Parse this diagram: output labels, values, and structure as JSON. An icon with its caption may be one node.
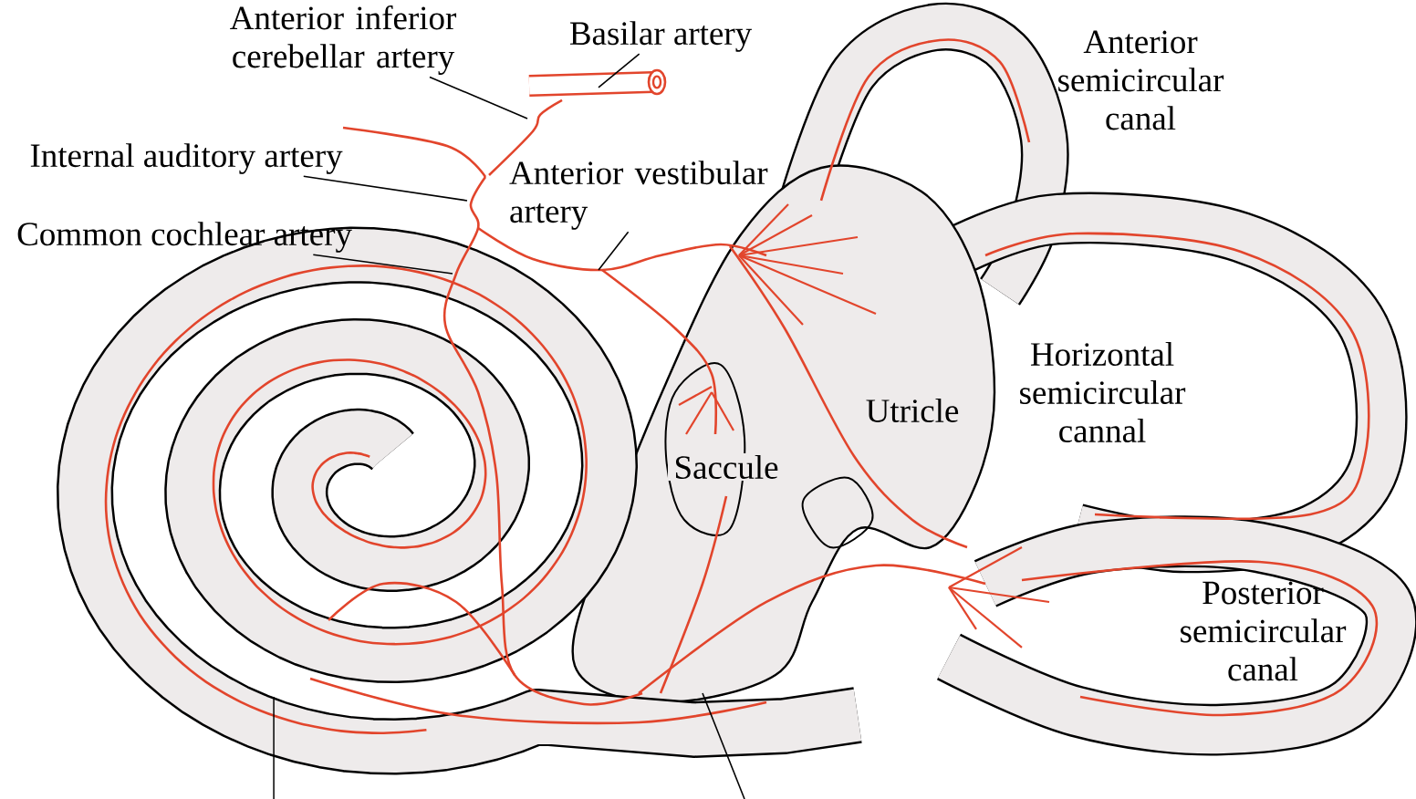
{
  "diagram": {
    "nodes": [
      {
        "text": [
          "Anterior inferior cerebellar artery"
        ]
      },
      {
        "text": [
          "Basilar artery"
        ]
      },
      {
        "text": [
          "Internal auditory artery"
        ]
      },
      {
        "text": [
          "Anterior vestibular artery"
        ]
      },
      {
        "text": [
          "Common cochlear artery"
        ]
      }
    ],
    "edges": [
      {
        "from": 0,
        "to": null,
        "arrow": "none"
      },
      {
        "from": 1,
        "to": null,
        "arrow": "none"
      },
      {
        "from": 2,
        "to": null,
        "arrow": "none"
      },
      {
        "from": 3,
        "to": null,
        "arrow": "none"
      },
      {
        "from": 4,
        "to": null,
        "arrow": "none"
      }
    ],
    "labels": [
      "Anterior semicircular canal",
      "Horizontal semicircular cannal",
      "Utricle",
      "Saccule",
      "Posterior semicircular canal"
    ]
  }
}
